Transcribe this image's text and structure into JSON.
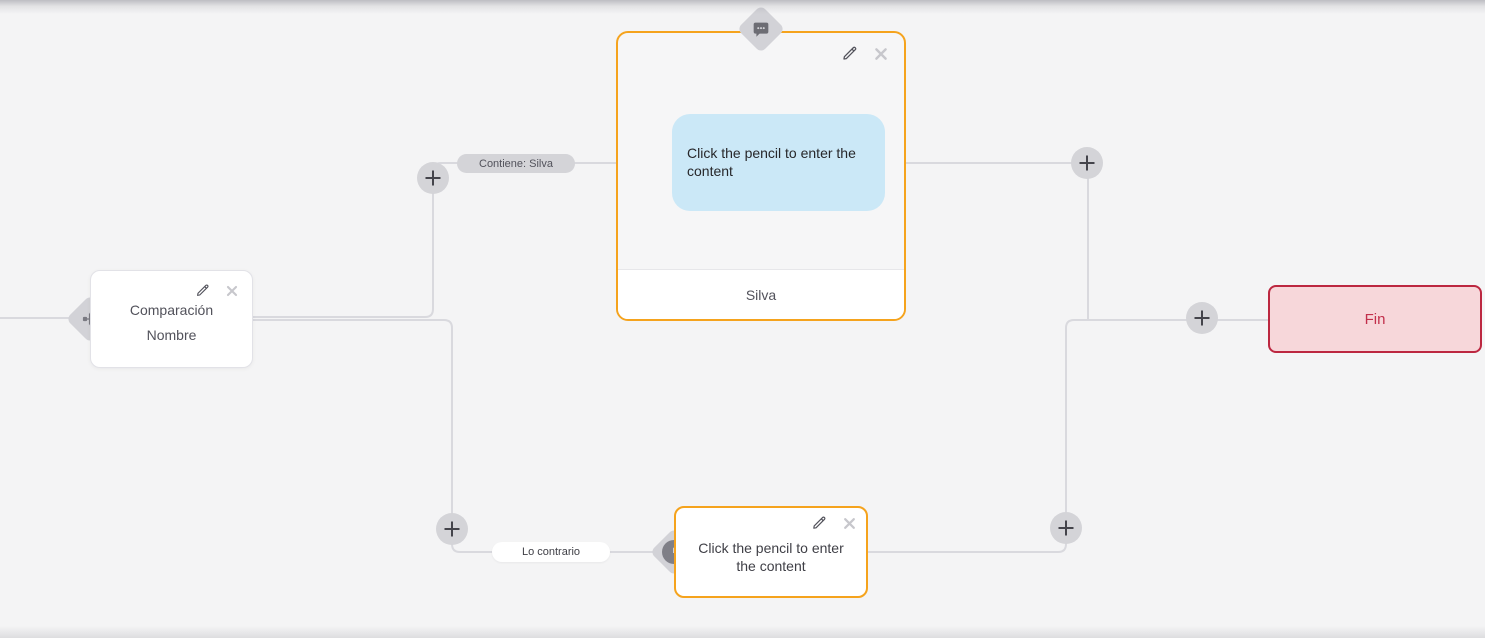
{
  "flow": {
    "condition_node": {
      "title_line1": "Comparación",
      "title_line2": "Nombre",
      "icon": "branch-icon"
    },
    "message_node": {
      "content_placeholder": "Click the pencil to enter the content",
      "footer_label": "Silva",
      "icon": "chat-bubble-icon"
    },
    "action_node": {
      "content_placeholder": "Click the pencil to enter the content",
      "icon": "clock-icon"
    },
    "end_node": {
      "label": "Fin"
    },
    "edge_labels": {
      "contains": "Contiene: Silva",
      "otherwise": "Lo contrario"
    }
  },
  "icons": {
    "edit": "pencil-icon",
    "delete": "close-icon",
    "add": "plus-icon"
  },
  "colors": {
    "background": "#f4f4f5",
    "edge": "#d9d9de",
    "accent_orange": "#f5a31d",
    "bubble_blue": "#cbe8f7",
    "end_fill": "#f7d7da",
    "end_border": "#bc2740",
    "end_text": "#c22f4b",
    "pill_gray": "#d4d4d8",
    "diamond_gray": "#d2d2d7"
  }
}
